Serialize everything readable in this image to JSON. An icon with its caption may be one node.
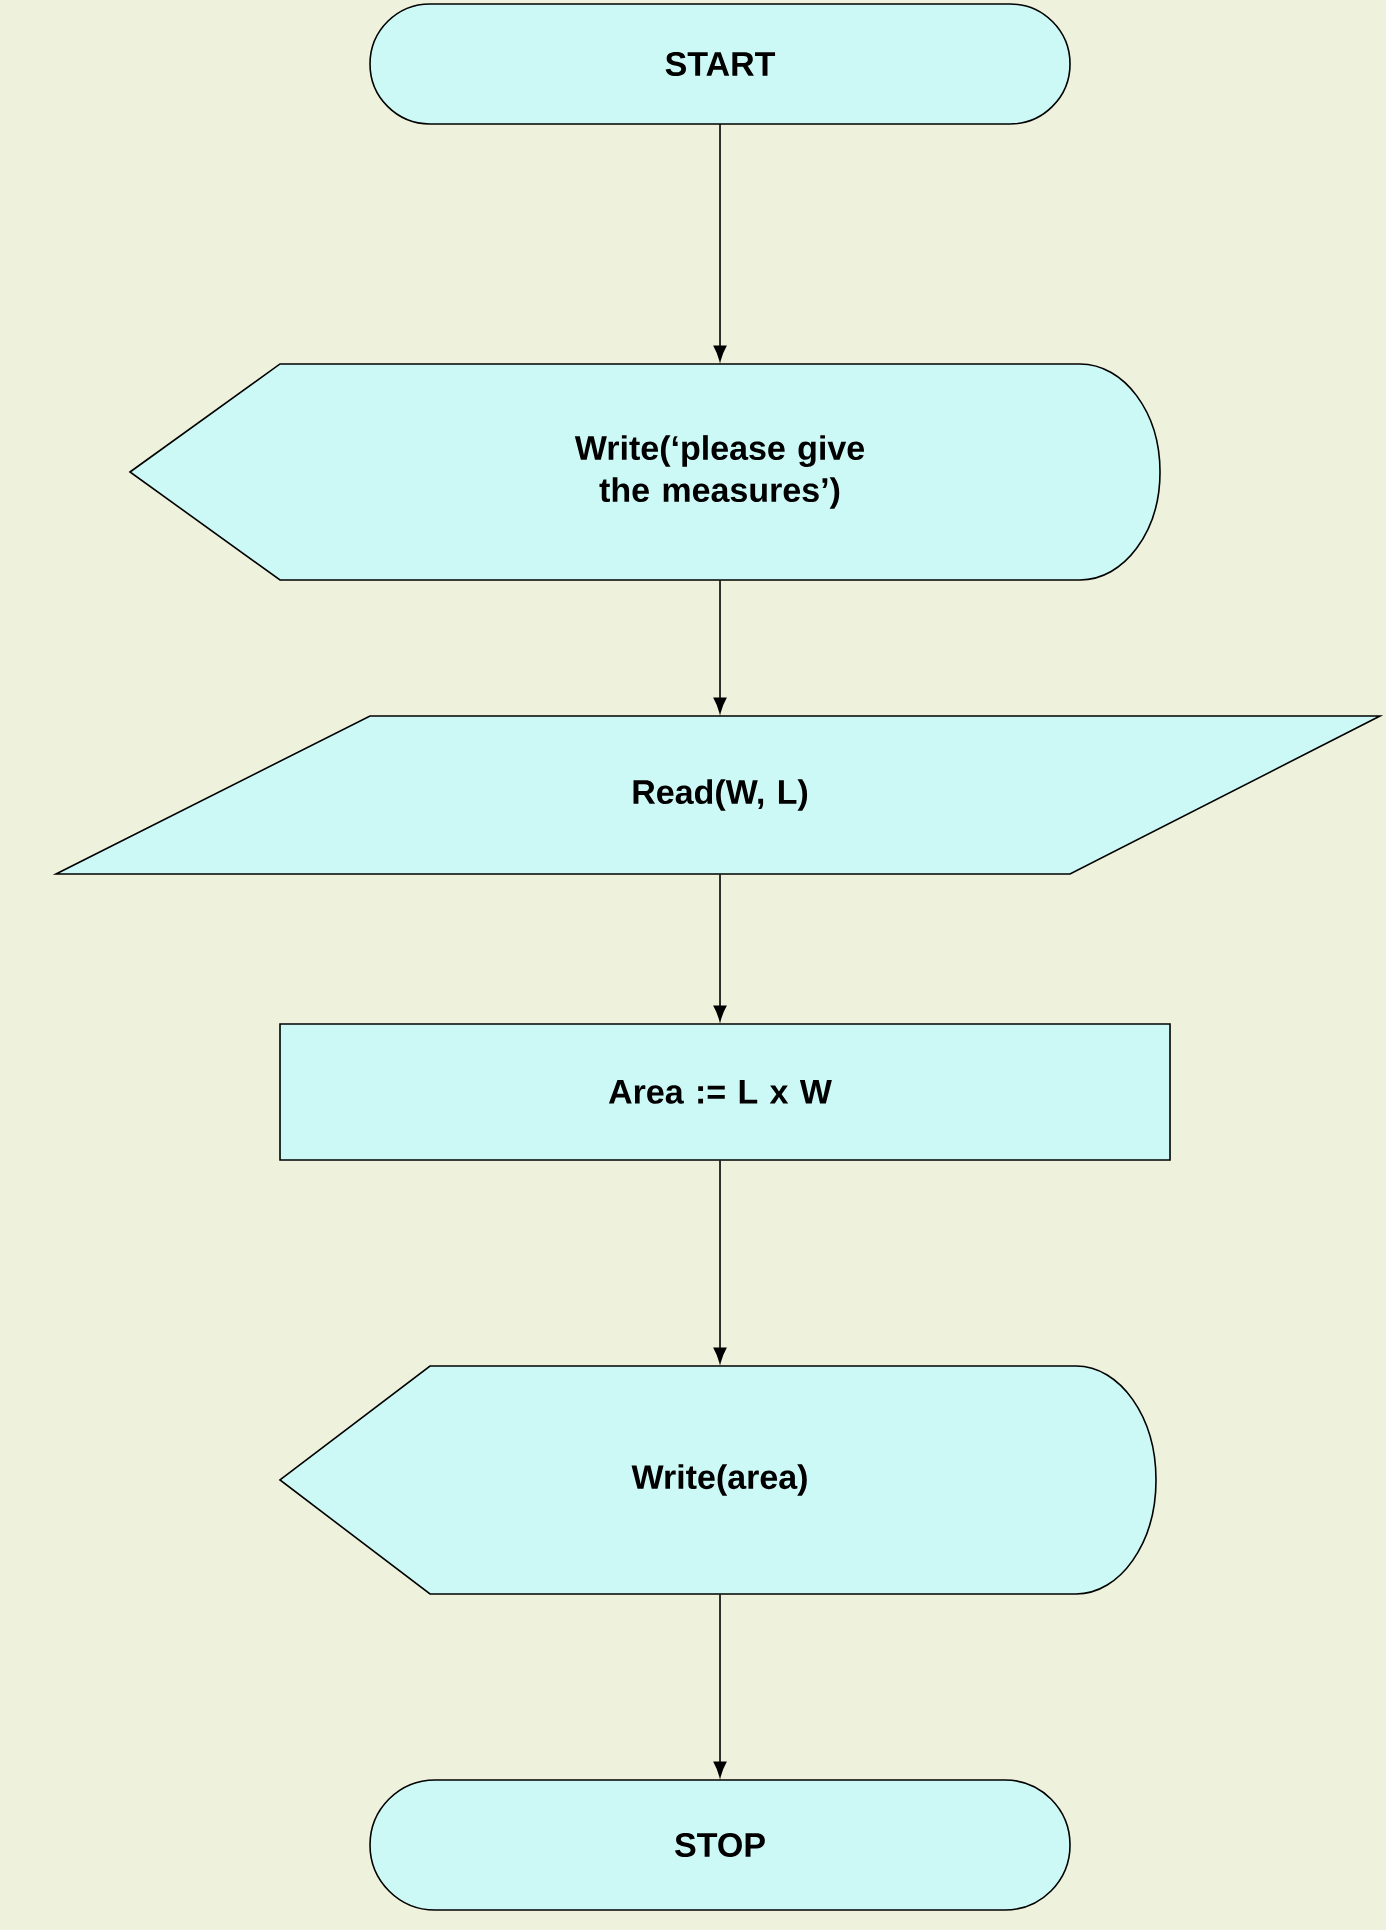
{
  "diagram": {
    "nodes": [
      {
        "text": [
          "START"
        ]
      },
      {
        "text": [
          "Write(‘please give the measures’)"
        ]
      },
      {
        "text": [
          "Read(W, L)"
        ]
      },
      {
        "text": [
          "Area := L x W"
        ]
      },
      {
        "text": [
          "Write(area)"
        ]
      },
      {
        "text": [
          "STOP"
        ]
      }
    ],
    "edges": [
      {
        "from": 0,
        "to": 1,
        "arrow": "to"
      },
      {
        "from": 1,
        "to": 2,
        "arrow": "to"
      },
      {
        "from": 2,
        "to": 3,
        "arrow": "to"
      },
      {
        "from": 3,
        "to": 4,
        "arrow": "to"
      },
      {
        "from": 4,
        "to": 5,
        "arrow": "to"
      }
    ]
  }
}
